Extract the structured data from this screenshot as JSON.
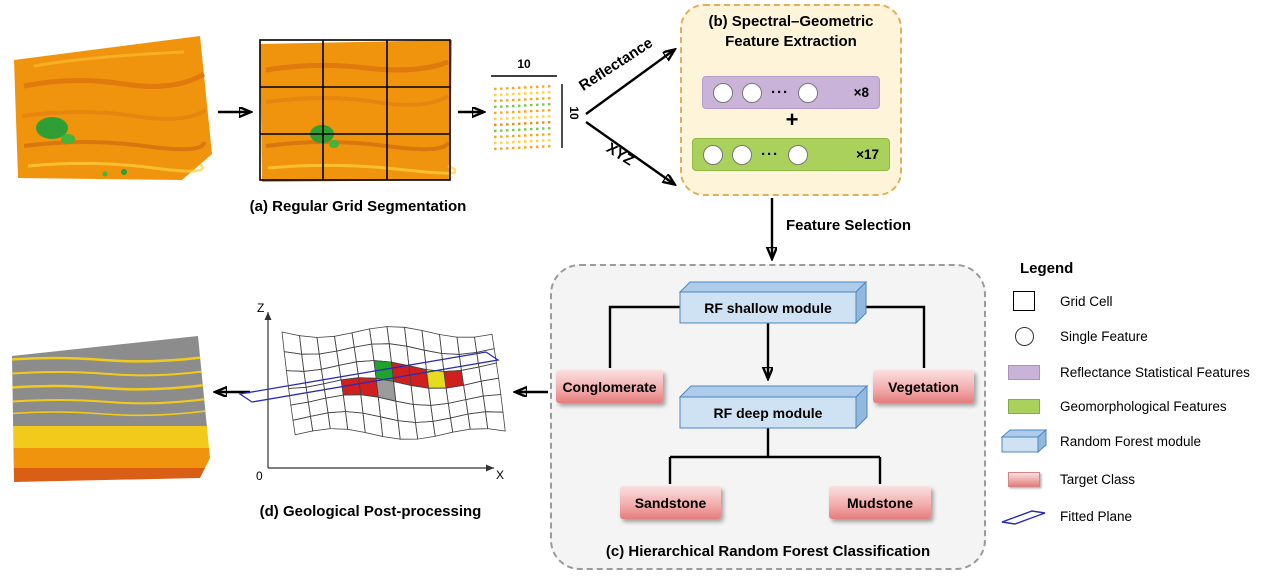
{
  "figure": {
    "captions": {
      "a": "(a) Regular Grid Segmentation",
      "b_line1": "(b) Spectral–Geometric",
      "b_line2": "Feature Extraction",
      "c": "(c) Hierarchical Random Forest Classification",
      "d": "(d) Geological Post-processing"
    },
    "flow_labels": {
      "reflectance": "Reflectance",
      "xyz": "XYZ",
      "feature_selection": "Feature Selection"
    },
    "cell": {
      "width_label": "10",
      "height_label": "10"
    },
    "feature_extraction": {
      "spectral": {
        "ellipsis": "···",
        "count": "×8"
      },
      "plus": "+",
      "geometric": {
        "ellipsis": "···",
        "count": "×17"
      }
    },
    "classification": {
      "shallow_module": "RF shallow module",
      "deep_module": "RF deep module",
      "classes": {
        "conglomerate": "Conglomerate",
        "vegetation": "Vegetation",
        "sandstone": "Sandstone",
        "mudstone": "Mudstone"
      }
    },
    "mesh": {
      "z_label": "Z",
      "x_label": "X",
      "origin_label": "0"
    }
  },
  "legend": {
    "title": "Legend",
    "items": [
      {
        "label": "Grid Cell"
      },
      {
        "label": "Single Feature"
      },
      {
        "label": "Reflectance Statistical Features"
      },
      {
        "label": "Geomorphological Features"
      },
      {
        "label": "Random Forest module"
      },
      {
        "label": "Target Class"
      },
      {
        "label": "Fitted Plane"
      }
    ]
  },
  "colors": {
    "spectral_features": "#c9b3d9",
    "geomorphological_features": "#a9d15c",
    "rf_module_face": "#cfe2f3",
    "target_class_gradient_top": "#fbe0e0",
    "target_class_gradient_bottom": "#e57d7d",
    "fitted_plane": "#2a2ab8",
    "panel_b_background": "#fdf4da",
    "panel_b_border": "#ddb25f",
    "panel_c_background": "#f4f4f5"
  }
}
